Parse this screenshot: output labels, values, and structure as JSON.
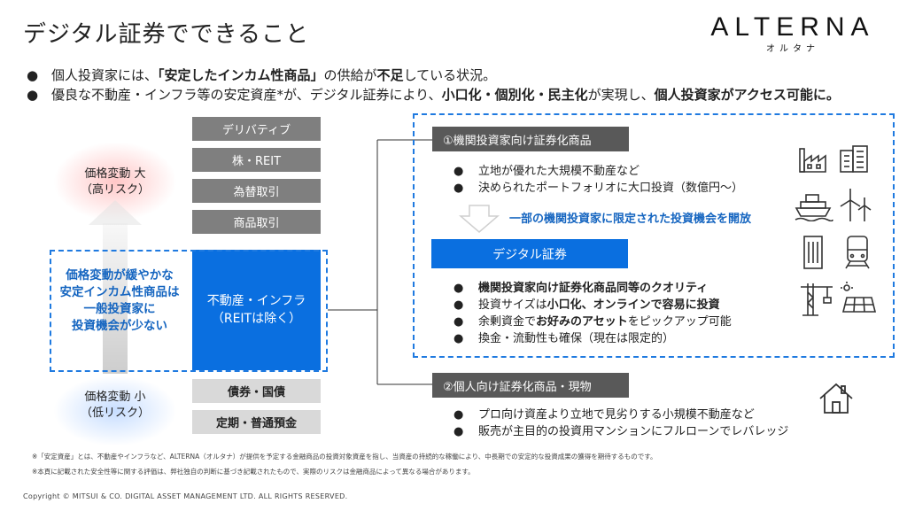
{
  "title": "デジタル証券でできること",
  "logo": {
    "main": "ALTERNA",
    "sub": "オルタナ"
  },
  "bullets": [
    {
      "pre": "個人投資家には、",
      "bold": "「安定したインカム性商品」",
      "mid": "の供給が",
      "bold2": "不足",
      "post": "している状況。"
    },
    {
      "pre": "優良な不動産・インフラ等の安定資産*が、デジタル証券により、",
      "bold": "小口化・個別化・民主化",
      "mid": "が実現し、",
      "bold2": "個人投資家がアクセス可能に。",
      "post": ""
    }
  ],
  "stack": {
    "top": [
      "デリバティブ",
      "株・REIT",
      "為替取引",
      "商品取引"
    ],
    "blue": {
      "line1": "不動産・インフラ",
      "line2": "（REITは除く）"
    },
    "bottom": [
      "債券・国債",
      "定期・普通預金"
    ]
  },
  "risk": {
    "high": {
      "line1": "価格変動 大",
      "line2": "（高リスク）"
    },
    "low": {
      "line1": "価格変動 小",
      "line2": "（低リスク）"
    }
  },
  "left_message": [
    "価格変動が緩やかな",
    "安定インカム性商品は",
    "一般投資家に",
    "投資機会が少ない"
  ],
  "institutional": {
    "label": "①機関投資家向け証券化商品",
    "items": [
      "立地が優れた大規模不動産など",
      "決められたポートフォリオに大口投資（数億円～）"
    ],
    "callout": "一部の機関投資家に限定された投資機会を開放"
  },
  "digital": {
    "label": "デジタル証券",
    "items": [
      {
        "bold": "機関投資家向け証券化商品同等のクオリティ",
        "post": ""
      },
      {
        "pre": "投資サイズは",
        "bold": "小口化、オンラインで容易に投資",
        "post": ""
      },
      {
        "pre": "余剰資金で",
        "bold": "お好みのアセット",
        "post": "をピックアップ可能"
      },
      {
        "pre": "換金・流動性も確保（現在は限定的）",
        "bold": "",
        "post": ""
      }
    ]
  },
  "individual": {
    "label": "②個人向け証券化商品・現物",
    "items": [
      "プロ向け資産より立地で見劣りする小規模不動産など",
      "販売が主目的の投資用マンションにフルローンでレバレッジ"
    ]
  },
  "notes": [
    "※「安定資産」とは、不動産やインフラなど、ALTERNA（オルタナ）が提供を予定する金融商品の投資対象資産を指し、当資産の持続的な稼働により、中長期での安定的な投資成果の獲得を期待するものです。",
    "※本頁に記載された安全性等に関する評価は、弊社独自の判断に基づき記載されたもので、実際のリスクは金融商品によって異なる場合があります。"
  ],
  "copyright": "Copyright © MITSUI & CO. DIGITAL ASSET MANAGEMENT LTD. ALL RIGHTS RESERVED.",
  "colors": {
    "accent_blue": "#0a6fe0",
    "dark_gray": "#595959",
    "mid_gray": "#7f7f7f",
    "light_gray": "#d9d9d9"
  }
}
